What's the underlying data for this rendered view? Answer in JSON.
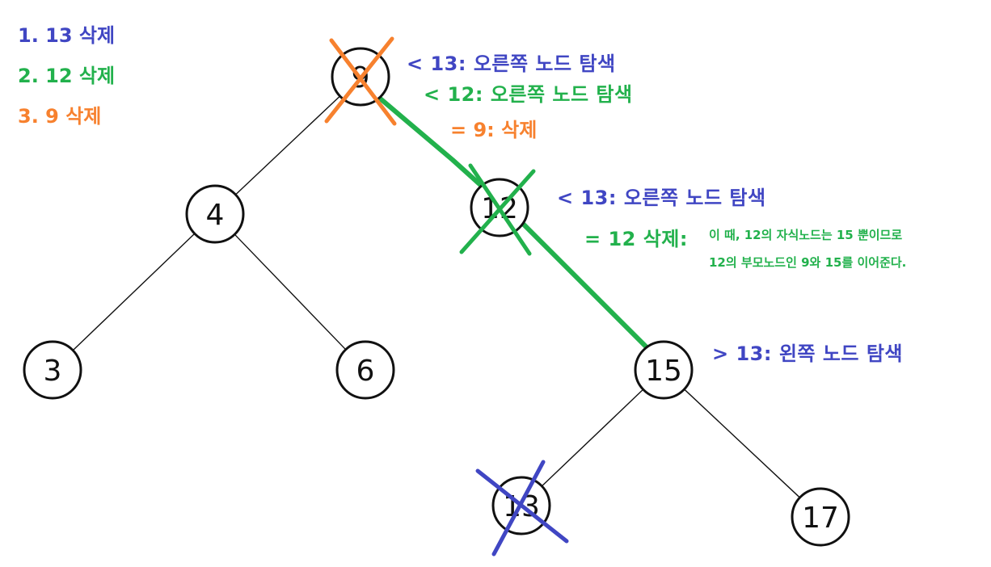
{
  "colors": {
    "blue": "#4046c3",
    "green": "#22b14c",
    "orange": "#f7812e",
    "ink": "#111111"
  },
  "steps": [
    {
      "text": "1. 13 삭제",
      "color": "blue"
    },
    {
      "text": "2. 12 삭제",
      "color": "green"
    },
    {
      "text": "3. 9 삭제",
      "color": "orange"
    }
  ],
  "tree": {
    "nodes": [
      {
        "id": "n9",
        "label": "9",
        "deleted_by": "orange"
      },
      {
        "id": "n4",
        "label": "4"
      },
      {
        "id": "n12",
        "label": "12",
        "deleted_by": "green"
      },
      {
        "id": "n3",
        "label": "3"
      },
      {
        "id": "n6",
        "label": "6"
      },
      {
        "id": "n15",
        "label": "15"
      },
      {
        "id": "n13",
        "label": "13",
        "deleted_by": "blue"
      },
      {
        "id": "n17",
        "label": "17"
      }
    ],
    "edges": [
      [
        "n9",
        "n4"
      ],
      [
        "n4",
        "n3"
      ],
      [
        "n4",
        "n6"
      ],
      [
        "n15",
        "n13"
      ],
      [
        "n15",
        "n17"
      ]
    ],
    "reconnect": {
      "from": "n9",
      "to": "n15",
      "color": "green"
    }
  },
  "annotations": {
    "root_blue": "< 13: 오른쪽 노드 탐색",
    "root_green": "< 12: 오른쪽 노드 탐색",
    "root_orange": "= 9: 삭제",
    "n12_blue": "< 13: 오른쪽 노드 탐색",
    "n12_green": "=  12 삭제:",
    "n12_note_line1": "이 때, 12의 자식노드는 15 뿐이므로",
    "n12_note_line2": "12의 부모노드인 9와 15를 이어준다.",
    "n15_blue": "> 13: 왼쪽 노드 탐색"
  }
}
